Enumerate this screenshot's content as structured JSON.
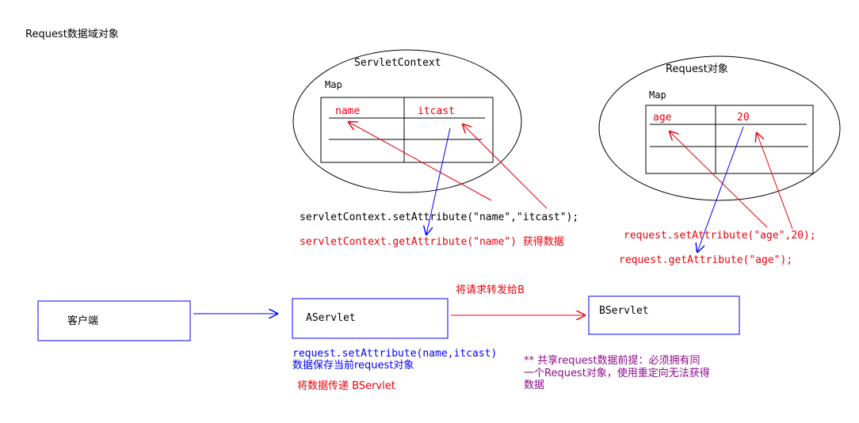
{
  "title": "Request数据域对象",
  "servlet_context": {
    "title": "ServletContext",
    "map_label": "Map",
    "key": "name",
    "value": "itcast",
    "set_code": "servletContext.setAttribute(\"name\",\"itcast\");",
    "get_code": "servletContext.getAttribute(\"name\") 获得数据"
  },
  "request_object": {
    "title": "Request对象",
    "map_label": "Map",
    "key": "age",
    "value": "20",
    "set_code": "request.setAttribute(\"age\",20);",
    "get_code": "request.getAttribute(\"age\");"
  },
  "flow": {
    "client": "客户端",
    "aservlet": "AServlet",
    "bservlet": "BServlet",
    "forward_label": "将请求转发给B",
    "aservlet_code": "request.setAttribute(name,itcast)",
    "aservlet_note": "数据保存当前request对象",
    "pass_note": "将数据传递 BServlet",
    "shared_note_line1": "** 共享request数据前提：必须拥有同",
    "shared_note_line2": "一个Request对象，使用重定向无法获得",
    "shared_note_line3": "数据"
  },
  "colors": {
    "red": "#e8000b",
    "blue": "#0000ff",
    "purple": "#8b0a8b",
    "black": "#000000"
  }
}
